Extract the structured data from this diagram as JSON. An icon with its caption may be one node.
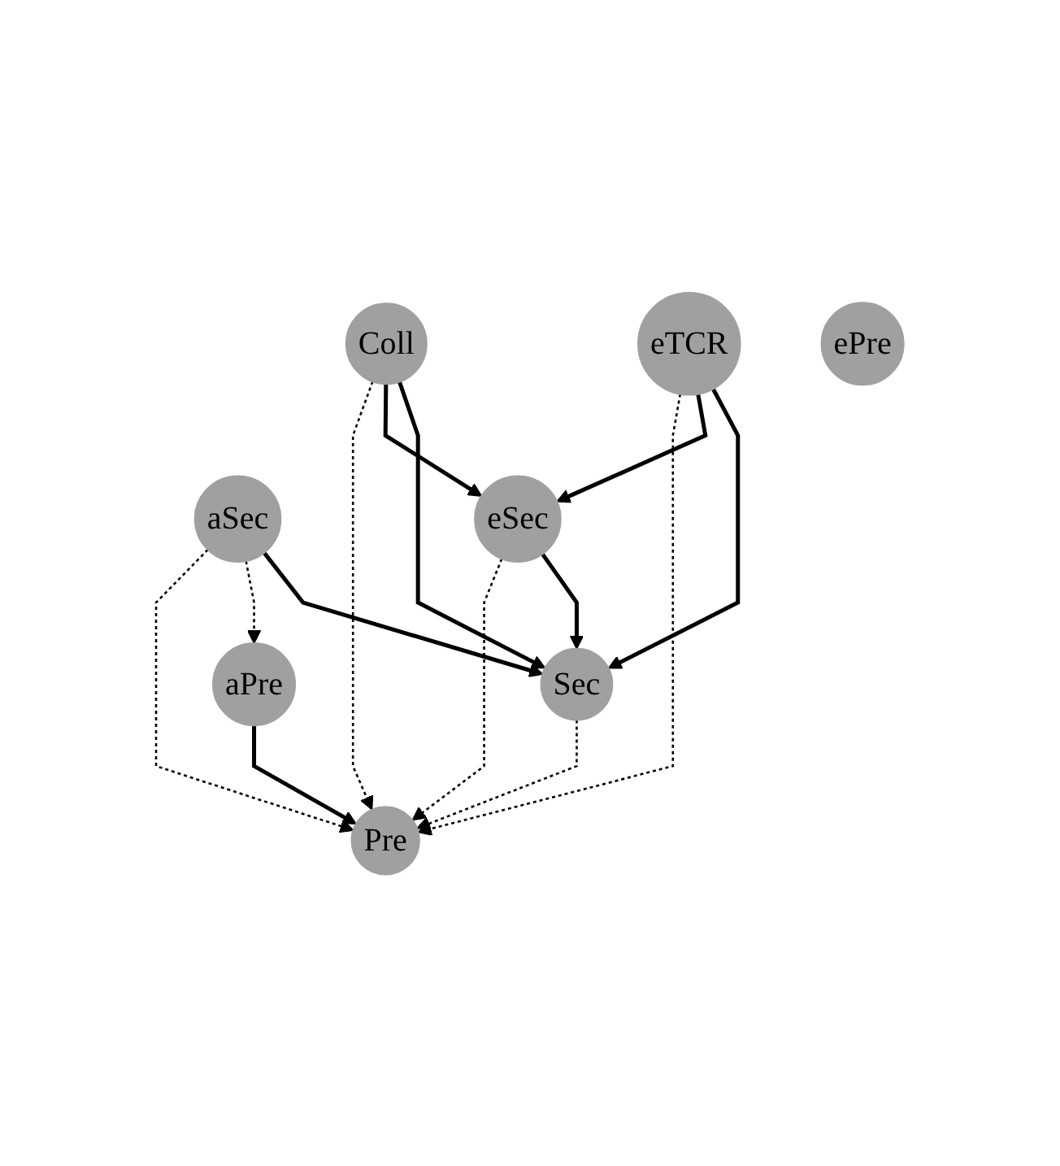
{
  "diagram": {
    "nodes": [
      {
        "text": [
          "eTCR"
        ]
      },
      {
        "text": [
          "Coll"
        ]
      },
      {
        "text": [
          "aSec"
        ]
      },
      {
        "text": [
          "eSec"
        ]
      },
      {
        "text": [
          "Sec"
        ]
      },
      {
        "text": [
          "aPre"
        ]
      },
      {
        "text": [
          "ePre"
        ]
      },
      {
        "text": [
          "Pre"
        ]
      }
    ],
    "edges": [
      {
        "from": 0,
        "to": 4,
        "arrow": "to"
      },
      {
        "from": 0,
        "to": 3,
        "arrow": "to"
      },
      {
        "from": 1,
        "to": 4,
        "arrow": "to"
      },
      {
        "from": 1,
        "to": 3,
        "arrow": "to"
      },
      {
        "from": 2,
        "to": 4,
        "arrow": "to"
      },
      {
        "from": 3,
        "to": 4,
        "arrow": "to"
      },
      {
        "from": 2,
        "to": 5,
        "arrow": "to",
        "style": "dashed"
      },
      {
        "from": 5,
        "to": 7,
        "arrow": "to"
      },
      {
        "from": 4,
        "to": 7,
        "arrow": "to",
        "style": "dashed"
      },
      {
        "from": 3,
        "to": 7,
        "arrow": "to",
        "style": "dashed"
      },
      {
        "from": 1,
        "to": 7,
        "arrow": "to",
        "style": "dashed"
      },
      {
        "from": 2,
        "to": 7,
        "arrow": "to",
        "style": "dashed"
      },
      {
        "from": 0,
        "to": 7,
        "arrow": "to",
        "style": "dashed"
      }
    ]
  }
}
